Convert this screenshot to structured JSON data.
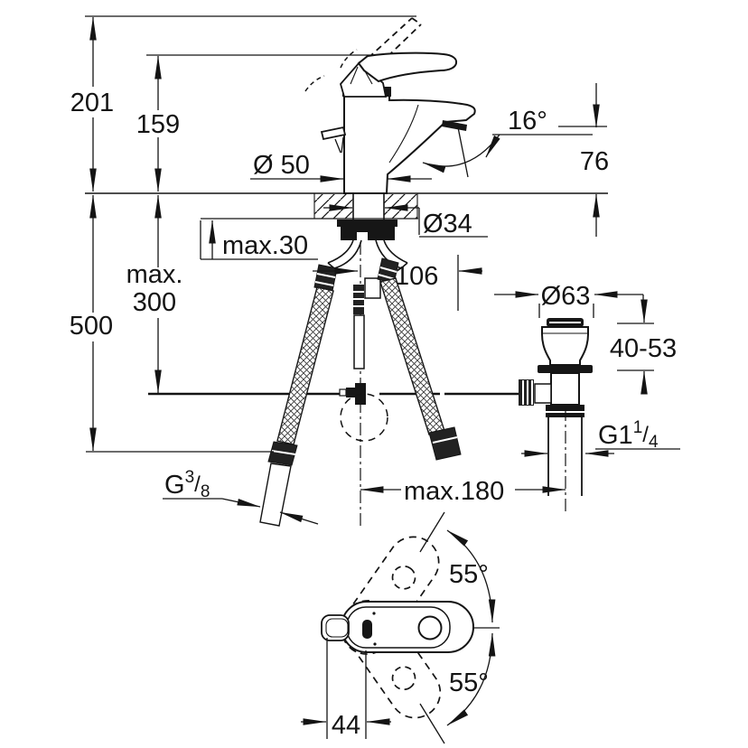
{
  "drawing": {
    "type": "technical-dimension-drawing",
    "subject": "single-lever basin mixer faucet with pop-up waste, side view installation dimensions and top view swivel angles",
    "labels": {
      "total_height": "201",
      "body_height": "159",
      "spout_height": "76",
      "spray_angle": "16°",
      "base_diameter": "Ø 50",
      "hole_diameter": "Ø34",
      "deck_thickness": "max.30",
      "drain_offset": "106",
      "hose_drop_line1": "max.",
      "hose_drop_line2": "300",
      "hose_length": "500",
      "waste_diameter": "Ø63",
      "waste_height_range": "40-53",
      "waste_thread_main": "G1",
      "waste_thread_sup": "1",
      "waste_thread_slash": "/",
      "waste_thread_sub": "4",
      "supply_thread_main": "G",
      "supply_thread_sup": "3",
      "supply_thread_slash": "/",
      "supply_thread_sub": "8",
      "reach": "max.180",
      "swivel_up": "55°",
      "swivel_down": "55°",
      "handle_width": "44"
    },
    "colors": {
      "line": "#141414",
      "background": "#ffffff"
    }
  }
}
